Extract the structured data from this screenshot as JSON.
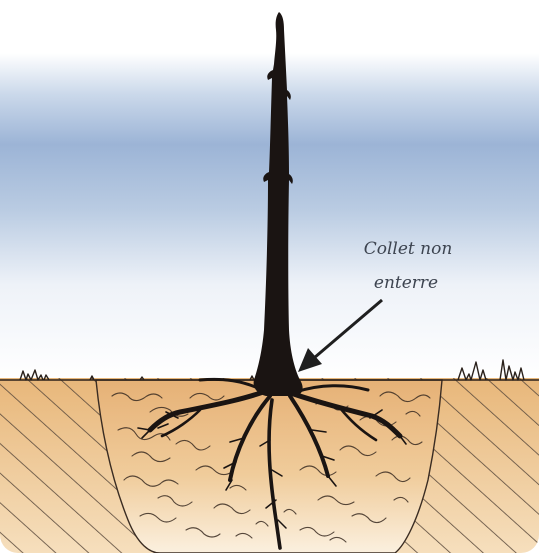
{
  "annotation": {
    "line1": "Collet non",
    "line2": "enterre"
  },
  "colors": {
    "sky": "#9cb4d6",
    "soil": "#e8b77a",
    "soil_light": "#f3d3a4",
    "trunk": "#1a1412",
    "hatch": "#5a4a3c",
    "label": "#3d4450"
  },
  "icons": {
    "arrow": "arrow-pointing-to-root-collar",
    "tree": "bare-root-sapling",
    "grass": "grass-tufts"
  }
}
